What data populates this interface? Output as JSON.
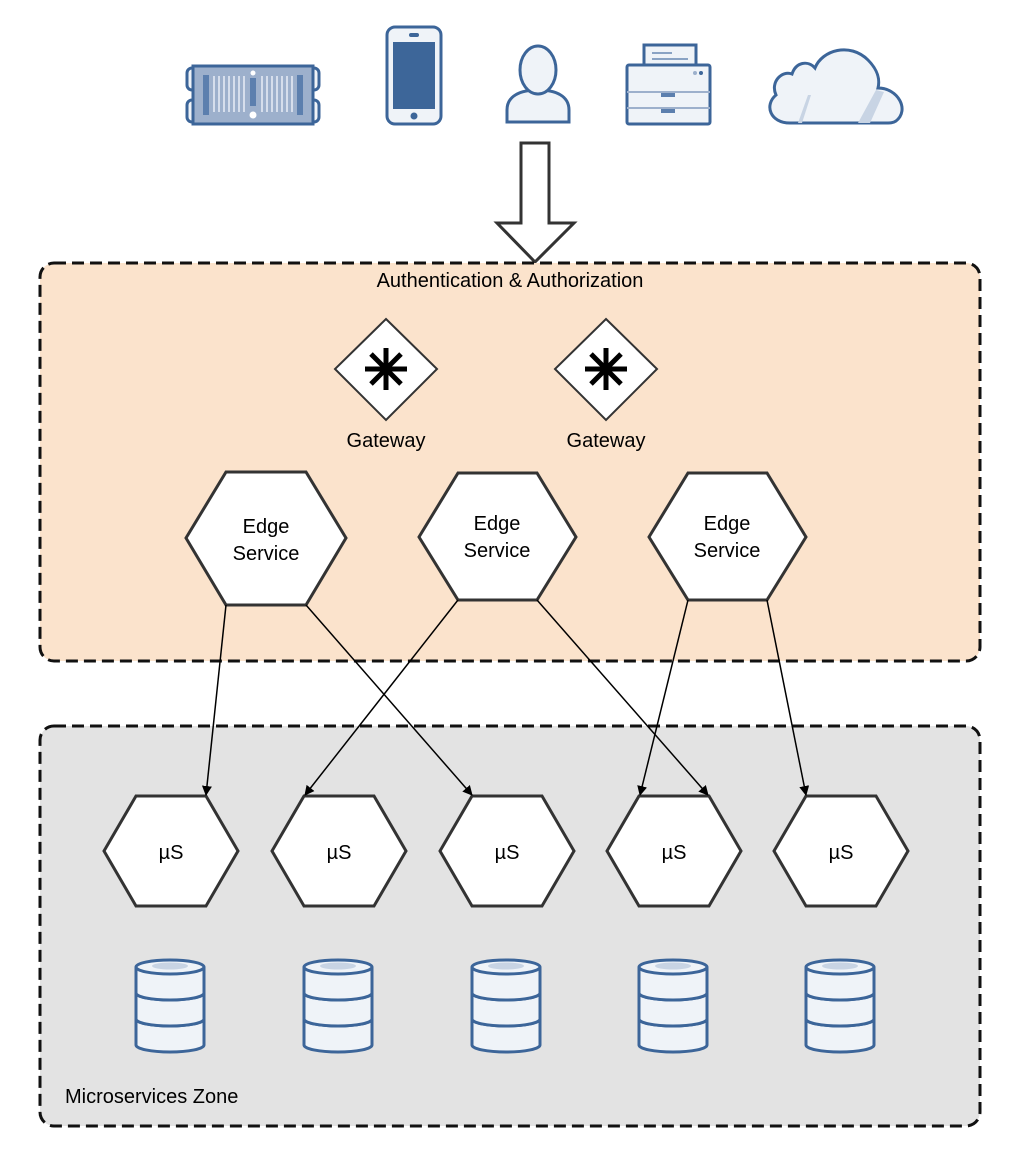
{
  "clients": [
    {
      "icon": "server-icon"
    },
    {
      "icon": "phone-icon"
    },
    {
      "icon": "user-icon"
    },
    {
      "icon": "printer-icon"
    },
    {
      "icon": "cloud-icon"
    }
  ],
  "auth_zone": {
    "title": "Authentication & Authorization",
    "fill": "#fbe3cc",
    "gateways": [
      {
        "label": "Gateway"
      },
      {
        "label": "Gateway"
      }
    ],
    "edge_services": [
      {
        "line1": "Edge",
        "line2": "Service"
      },
      {
        "line1": "Edge",
        "line2": "Service"
      },
      {
        "line1": "Edge",
        "line2": "Service"
      }
    ]
  },
  "micro_zone": {
    "title": "Microservices Zone",
    "fill": "#e3e3e3",
    "services": [
      {
        "label": "µS"
      },
      {
        "label": "µS"
      },
      {
        "label": "µS"
      },
      {
        "label": "µS"
      },
      {
        "label": "µS"
      }
    ],
    "databases": [
      {
        "icon": "database-icon"
      },
      {
        "icon": "database-icon"
      },
      {
        "icon": "database-icon"
      },
      {
        "icon": "database-icon"
      },
      {
        "icon": "database-icon"
      }
    ]
  },
  "connections": [
    {
      "from": "edge-1",
      "to": "ms-1"
    },
    {
      "from": "edge-1",
      "to": "ms-3"
    },
    {
      "from": "edge-2",
      "to": "ms-2"
    },
    {
      "from": "edge-2",
      "to": "ms-4"
    },
    {
      "from": "edge-3",
      "to": "ms-4"
    },
    {
      "from": "edge-3",
      "to": "ms-5"
    }
  ],
  "colors": {
    "icon_stroke": "#3c6599",
    "icon_fill": "#eff3f8",
    "accent_fill": "#3d6699"
  }
}
